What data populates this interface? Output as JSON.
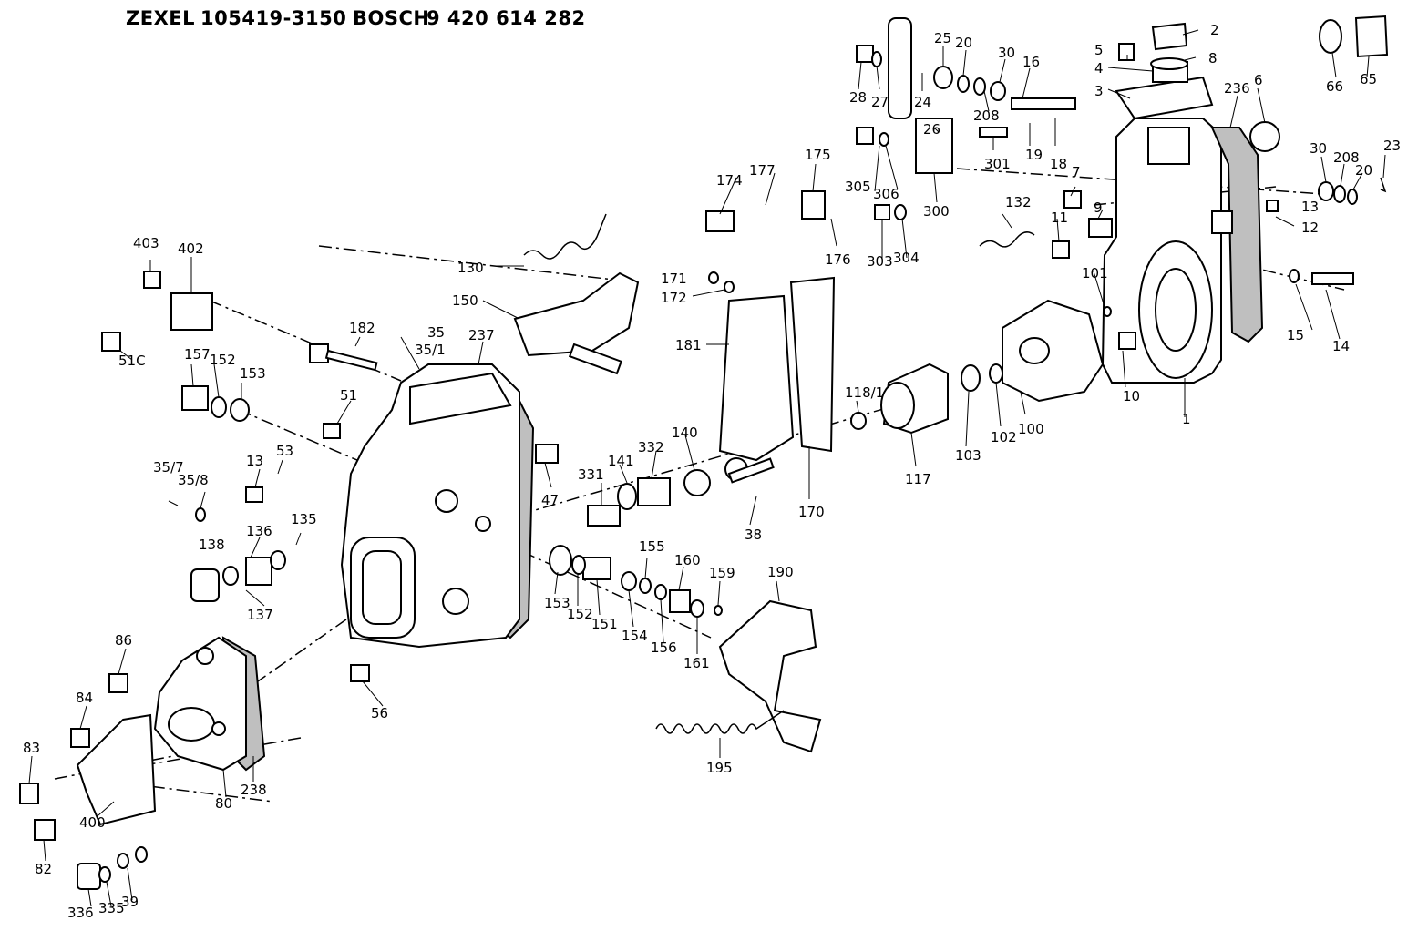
{
  "header": {
    "maker1": "ZEXEL",
    "number1": "105419-3150",
    "maker2": "BOSCH",
    "number2": "9 420 614 282"
  },
  "parts": [
    {
      "label": "2"
    },
    {
      "label": "5"
    },
    {
      "label": "8"
    },
    {
      "label": "4"
    },
    {
      "label": "3"
    },
    {
      "label": "236"
    },
    {
      "label": "6"
    },
    {
      "label": "66"
    },
    {
      "label": "65"
    },
    {
      "label": "25"
    },
    {
      "label": "20"
    },
    {
      "label": "30"
    },
    {
      "label": "16"
    },
    {
      "label": "28"
    },
    {
      "label": "27"
    },
    {
      "label": "24"
    },
    {
      "label": "26"
    },
    {
      "label": "208"
    },
    {
      "label": "19"
    },
    {
      "label": "18"
    },
    {
      "label": "305"
    },
    {
      "label": "306"
    },
    {
      "label": "300"
    },
    {
      "label": "301"
    },
    {
      "label": "30"
    },
    {
      "label": "208"
    },
    {
      "label": "20"
    },
    {
      "label": "23"
    },
    {
      "label": "7"
    },
    {
      "label": "9"
    },
    {
      "label": "13"
    },
    {
      "label": "12"
    },
    {
      "label": "175"
    },
    {
      "label": "177"
    },
    {
      "label": "174"
    },
    {
      "label": "176"
    },
    {
      "label": "132"
    },
    {
      "label": "11"
    },
    {
      "label": "303"
    },
    {
      "label": "304"
    },
    {
      "label": "130"
    },
    {
      "label": "150"
    },
    {
      "label": "171"
    },
    {
      "label": "172"
    },
    {
      "label": "101"
    },
    {
      "label": "15"
    },
    {
      "label": "14"
    },
    {
      "label": "403"
    },
    {
      "label": "402"
    },
    {
      "label": "182"
    },
    {
      "label": "181"
    },
    {
      "label": "35"
    },
    {
      "label": "35/1"
    },
    {
      "label": "237"
    },
    {
      "label": "51C"
    },
    {
      "label": "157"
    },
    {
      "label": "152"
    },
    {
      "label": "153"
    },
    {
      "label": "118/1"
    },
    {
      "label": "100"
    },
    {
      "label": "102"
    },
    {
      "label": "10"
    },
    {
      "label": "1"
    },
    {
      "label": "51"
    },
    {
      "label": "47"
    },
    {
      "label": "141"
    },
    {
      "label": "140"
    },
    {
      "label": "332"
    },
    {
      "label": "331"
    },
    {
      "label": "103"
    },
    {
      "label": "117"
    },
    {
      "label": "170"
    },
    {
      "label": "38"
    },
    {
      "label": "35/7"
    },
    {
      "label": "35/8"
    },
    {
      "label": "13"
    },
    {
      "label": "53"
    },
    {
      "label": "135"
    },
    {
      "label": "136"
    },
    {
      "label": "138"
    },
    {
      "label": "137"
    },
    {
      "label": "155"
    },
    {
      "label": "160"
    },
    {
      "label": "159"
    },
    {
      "label": "190"
    },
    {
      "label": "153"
    },
    {
      "label": "152"
    },
    {
      "label": "151"
    },
    {
      "label": "154"
    },
    {
      "label": "156"
    },
    {
      "label": "161"
    },
    {
      "label": "86"
    },
    {
      "label": "56"
    },
    {
      "label": "84"
    },
    {
      "label": "83"
    },
    {
      "label": "80"
    },
    {
      "label": "238"
    },
    {
      "label": "400"
    },
    {
      "label": "82"
    },
    {
      "label": "195"
    },
    {
      "label": "336"
    },
    {
      "label": "335"
    },
    {
      "label": "39"
    }
  ]
}
